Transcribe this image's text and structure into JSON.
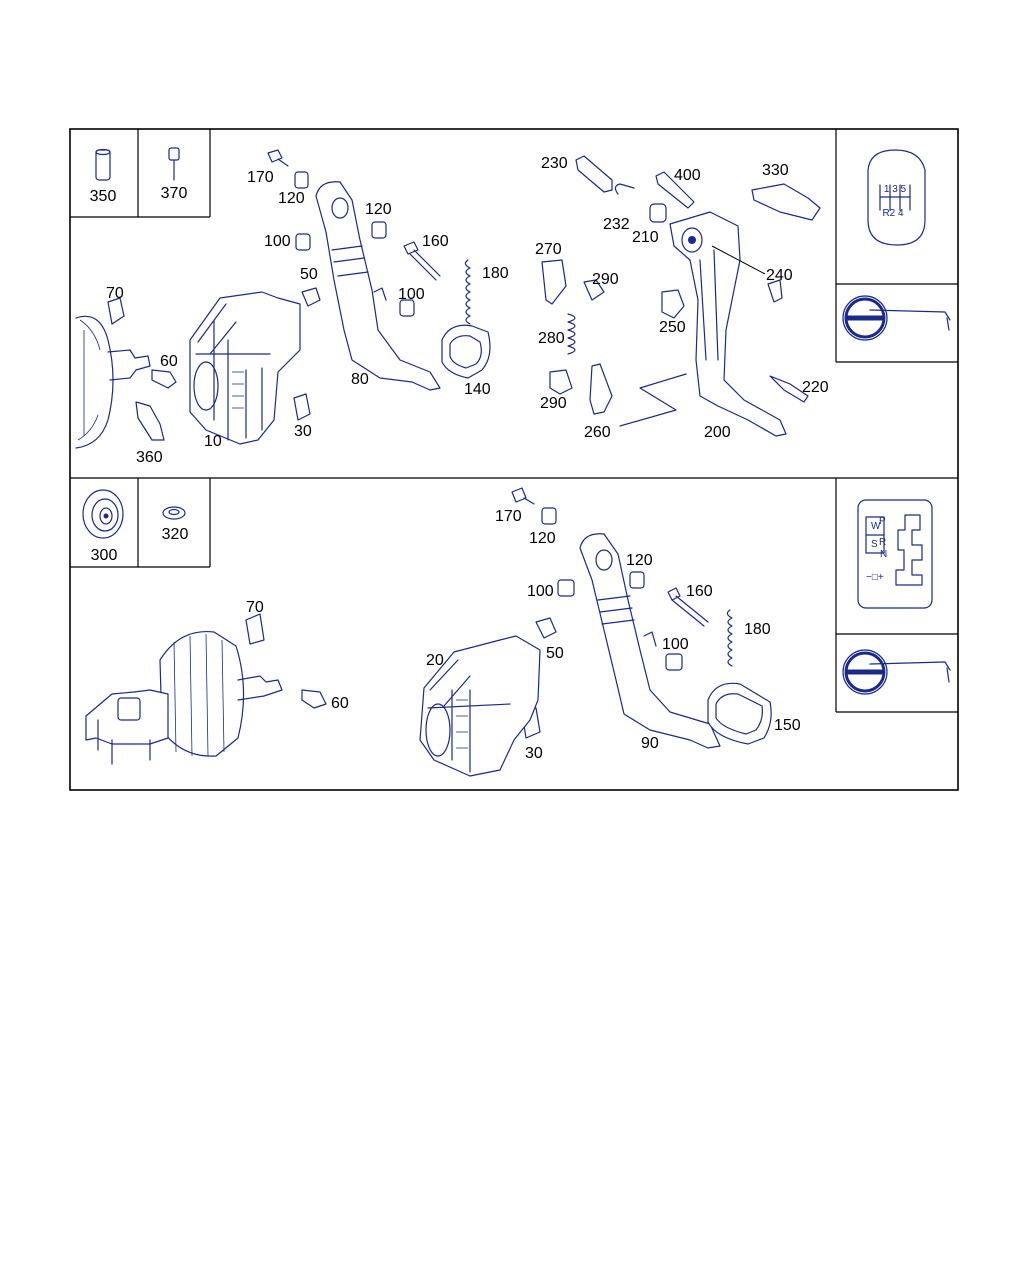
{
  "inset_labels": {
    "i350": "350",
    "i370": "370",
    "i300": "300",
    "i320": "320"
  },
  "gear_selector_manual": [
    "1 3 5",
    "R2 4"
  ],
  "gear_selector_auto": {
    "mode": [
      "W",
      "S"
    ],
    "positions": [
      "P",
      "R",
      "N"
    ],
    "plusminus": "−□+"
  },
  "callouts": {
    "top": {
      "c170": "170",
      "c120a": "120",
      "c120b": "120",
      "c100a": "100",
      "c160": "160",
      "c180": "180",
      "c50": "50",
      "c100b": "100",
      "c70": "70",
      "c60": "60",
      "c80": "80",
      "c140": "140",
      "c30": "30",
      "c10": "10",
      "c360": "360",
      "c230": "230",
      "c400": "400",
      "c330": "330",
      "c232": "232",
      "c210": "210",
      "c270": "270",
      "c290a": "290",
      "c240": "240",
      "c280": "280",
      "c250": "250",
      "c290b": "290",
      "c260": "260",
      "c200": "200",
      "c220": "220"
    },
    "bottom": {
      "c170": "170",
      "c120a": "120",
      "c120b": "120",
      "c100a": "100",
      "c160": "160",
      "c180": "180",
      "c50": "50",
      "c100b": "100",
      "c70": "70",
      "c60": "60",
      "c20": "20",
      "c30": "30",
      "c90": "90",
      "c150": "150"
    }
  }
}
